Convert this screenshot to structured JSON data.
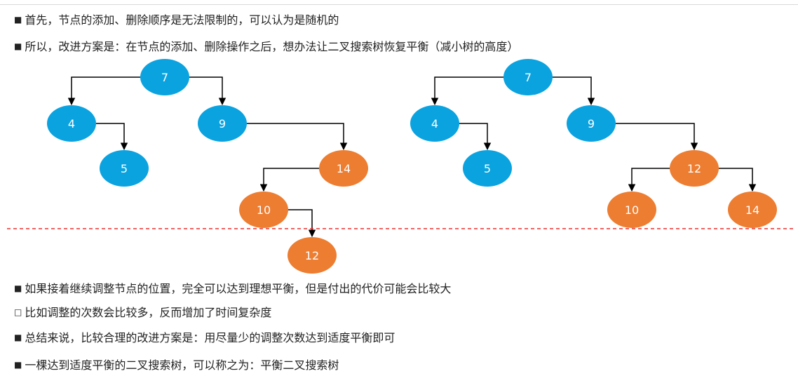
{
  "bullets": [
    {
      "marker": "■",
      "text": "首先，节点的添加、删除顺序是无法限制的，可以认为是随机的"
    },
    {
      "marker": "■",
      "text": "所以，改进方案是：在节点的添加、删除操作之后，想办法让二叉搜索树恢复平衡（减小树的高度）"
    },
    {
      "marker": "■",
      "text": "如果接着继续调整节点的位置，完全可以达到理想平衡，但是付出的代价可能会比较大"
    },
    {
      "marker": "□",
      "text": "比如调整的次数会比较多，反而增加了时间复杂度"
    },
    {
      "marker": "■",
      "text": "总结来说，比较合理的改进方案是：用尽量少的调整次数达到适度平衡即可"
    },
    {
      "marker": "■",
      "text": "一棵达到适度平衡的二叉搜索树，可以称之为：平衡二叉搜索树"
    }
  ],
  "colors": {
    "blue_node": "#0aa3e0",
    "orange_node": "#ed7d31",
    "edge": "#000000",
    "divider": "#e8312f"
  },
  "trees": {
    "unbalanced": {
      "nodes": [
        {
          "id": "7",
          "label": "7",
          "color": "blue"
        },
        {
          "id": "4",
          "label": "4",
          "color": "blue"
        },
        {
          "id": "9",
          "label": "9",
          "color": "blue"
        },
        {
          "id": "5",
          "label": "5",
          "color": "blue"
        },
        {
          "id": "14",
          "label": "14",
          "color": "orange"
        },
        {
          "id": "10",
          "label": "10",
          "color": "orange"
        },
        {
          "id": "12",
          "label": "12",
          "color": "orange"
        }
      ],
      "edges": [
        [
          "7",
          "4"
        ],
        [
          "7",
          "9"
        ],
        [
          "4",
          "5"
        ],
        [
          "9",
          "14"
        ],
        [
          "14",
          "10"
        ],
        [
          "10",
          "12"
        ]
      ]
    },
    "balanced": {
      "nodes": [
        {
          "id": "7",
          "label": "7",
          "color": "blue"
        },
        {
          "id": "4",
          "label": "4",
          "color": "blue"
        },
        {
          "id": "9",
          "label": "9",
          "color": "blue"
        },
        {
          "id": "5",
          "label": "5",
          "color": "blue"
        },
        {
          "id": "12",
          "label": "12",
          "color": "orange"
        },
        {
          "id": "10",
          "label": "10",
          "color": "orange"
        },
        {
          "id": "14",
          "label": "14",
          "color": "orange"
        }
      ],
      "edges": [
        [
          "7",
          "4"
        ],
        [
          "7",
          "9"
        ],
        [
          "4",
          "5"
        ],
        [
          "9",
          "12"
        ],
        [
          "12",
          "10"
        ],
        [
          "12",
          "14"
        ]
      ]
    }
  }
}
